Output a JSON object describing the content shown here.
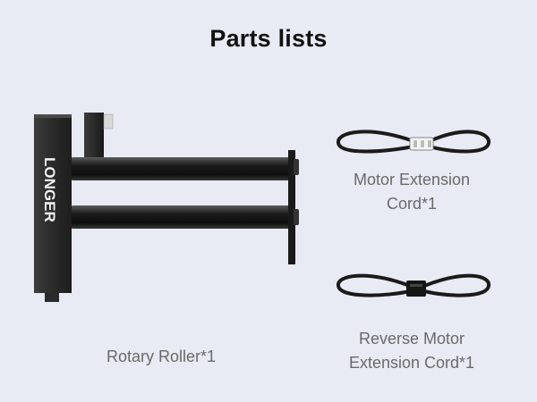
{
  "page": {
    "title": "Parts lists"
  },
  "items": [
    {
      "label": "Rotary Roller*1"
    },
    {
      "label_line1": "Motor Extension",
      "label_line2": "Cord*1"
    },
    {
      "label_line1": "Reverse Motor",
      "label_line2": "Extension Cord*1"
    }
  ],
  "brand": {
    "logo_text": "LONGER"
  },
  "colors": {
    "background": "#e8eaf4",
    "title": "#111111",
    "caption": "#6a6a6a",
    "product_dark": "#2a2a2a"
  }
}
